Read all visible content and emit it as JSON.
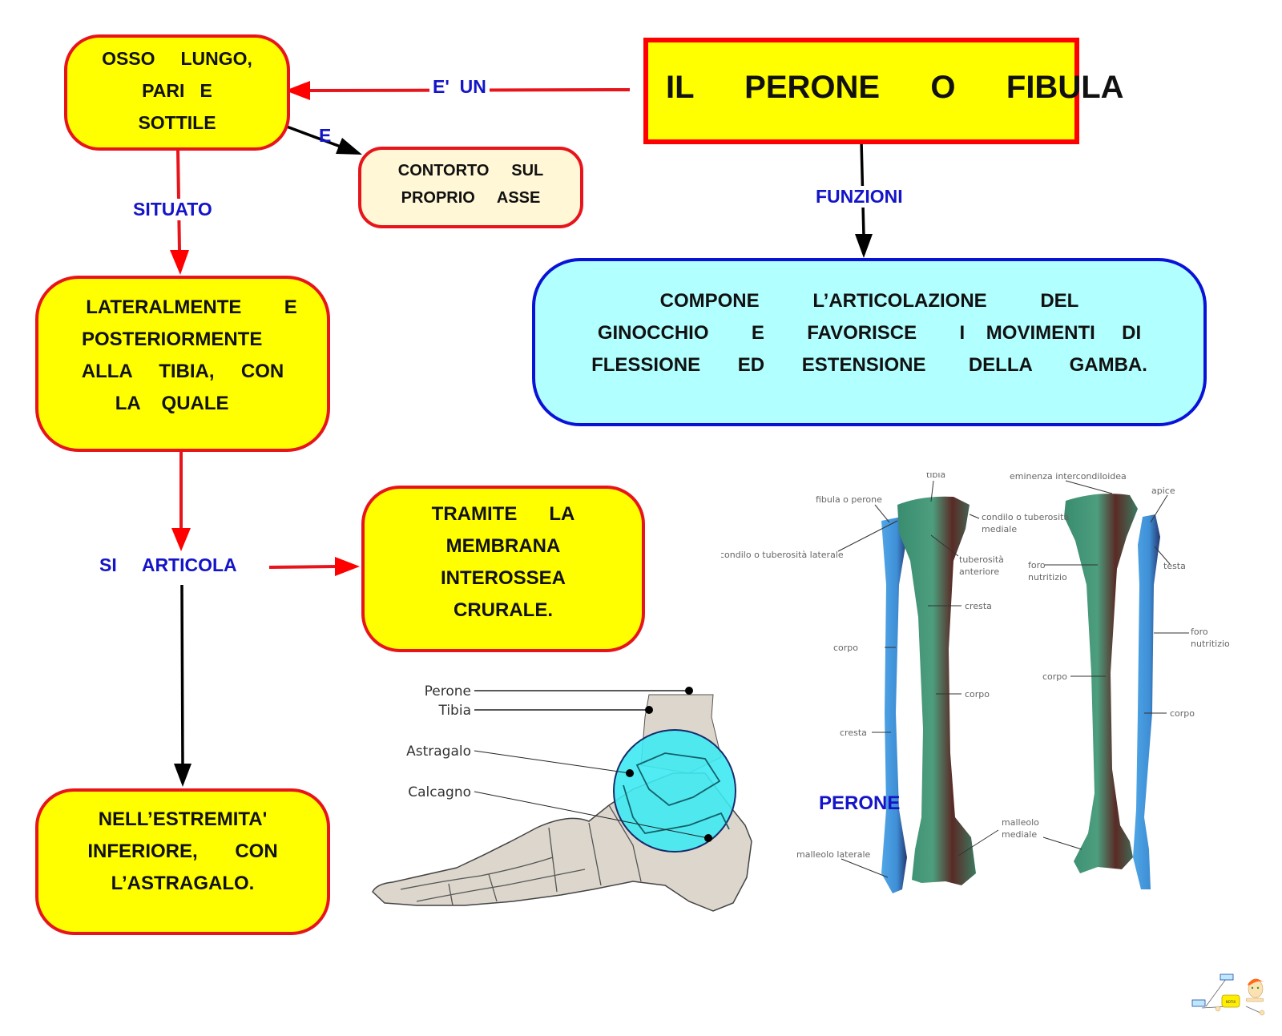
{
  "title": {
    "text": "IL   PERONE   O   FIBULA"
  },
  "nodes": {
    "osso_lungo": {
      "lines": [
        "OSSO     LUNGO,",
        "PARI   E",
        "SOTTILE"
      ]
    },
    "contorto": {
      "lines": [
        "CONTORTO     SUL",
        "PROPRIO     ASSE"
      ]
    },
    "lateralmente": {
      "lines": [
        "LATERALMENTE        E",
        "POSTERIORMENTE    ",
        "ALLA     TIBIA,     CON",
        "LA    QUALE    "
      ]
    },
    "funzioni_box": {
      "lines": [
        "COMPONE          L’ARTICOLAZIONE          DEL",
        "GINOCCHIO        E        FAVORISCE        I    MOVIMENTI     DI",
        "FLESSIONE       ED       ESTENSIONE        DELLA       GAMBA."
      ]
    },
    "membrana": {
      "lines": [
        "TRAMITE      LA",
        "MEMBRANA",
        "INTEROSSEA",
        "CRURALE."
      ]
    },
    "estremita": {
      "lines": [
        "NELL’ESTREMITA'",
        "INFERIORE,       CON",
        "L’ASTRAGALO."
      ]
    }
  },
  "links": {
    "e_un": "E'  UN",
    "e": "E",
    "situato": "SITUATO",
    "funzioni": "FUNZIONI",
    "si_articola": "SI     ARTICOLA"
  },
  "foot_figure": {
    "labels": [
      "Perone",
      "Tibia",
      "Astragalo",
      "Calcagno"
    ]
  },
  "leg_figure": {
    "caption": "PERONE",
    "front_labels": {
      "tibia": "tibia",
      "fibula": "fibula o perone",
      "condilo_laterale": "condilo o tuberosità laterale",
      "condilo_mediale_1": "condilo o tuberosità",
      "condilo_mediale_2": "mediale",
      "tuberosita_1": "tuberosità",
      "tuberosita_2": "anteriore",
      "cresta_tibia": "cresta",
      "corpo_fibula": "corpo",
      "corpo_tibia": "corpo",
      "cresta_fibula": "cresta",
      "malleolo_laterale": "malleolo laterale",
      "malleolo_mediale_1": "malleolo",
      "malleolo_mediale_2": "mediale"
    },
    "back_labels": {
      "eminenza": "eminenza intercondiloidea",
      "apice": "apice",
      "testa": "testa",
      "foro_1": "foro",
      "foro_2": "nutritizio",
      "foro_fib_1": "foro",
      "foro_fib_2": "nutritizio",
      "corpo_tibia": "corpo",
      "corpo_fibula": "corpo"
    }
  },
  "logo": {
    "badge_text": "NOTIX"
  },
  "colors": {
    "node_yellow": "#ffff00",
    "node_border_red": "#e8141b",
    "node_cream": "#fff7d6",
    "node_cyan": "#b2ffff",
    "node_border_blue": "#0a12d8",
    "link_label_blue": "#1414c8"
  }
}
